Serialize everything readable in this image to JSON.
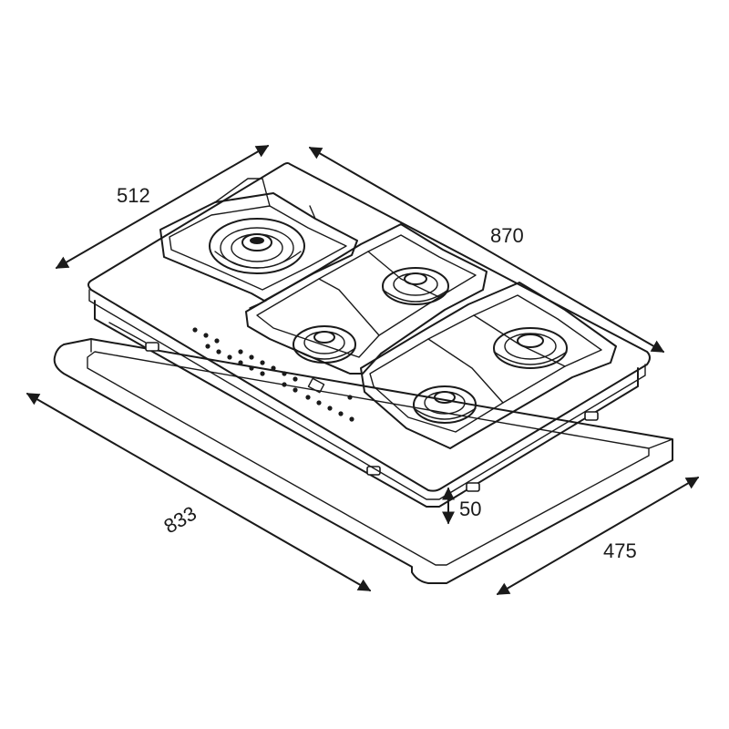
{
  "dimensions": {
    "depth_top": "512",
    "width_top": "870",
    "cutout_width": "833",
    "cutout_depth": "475",
    "height": "50"
  },
  "colors": {
    "line": "#1a1a1a",
    "background": "#ffffff"
  }
}
